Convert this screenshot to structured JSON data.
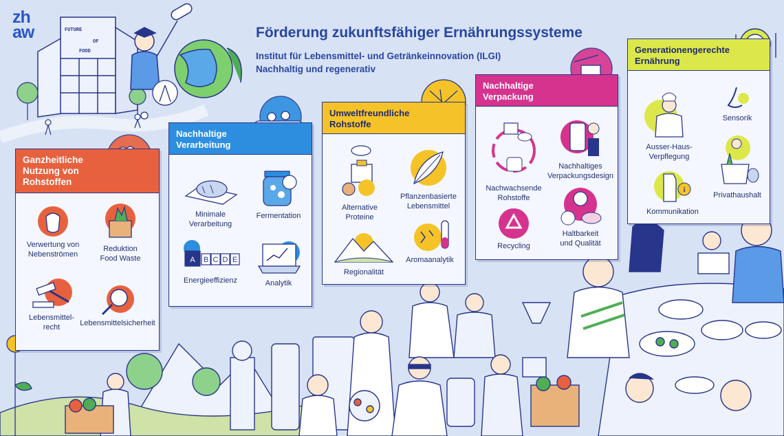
{
  "logo": "zh\naw",
  "header": {
    "title": "Förderung zukunftsfähiger Ernährungssysteme",
    "subtitle_line1": "Institut für Lebensmittel- und Getränkeinnovation (ILGI)",
    "subtitle_line2": "Nachhaltig und regenerativ"
  },
  "building_sign": {
    "line1": "FUTURE",
    "line2": "OF",
    "line3": "FOOD"
  },
  "energy_scale": [
    "A",
    "B",
    "C",
    "D",
    "E"
  ],
  "colors": {
    "orange": "#e8613f",
    "blue": "#2d8ee0",
    "yellow": "#f5c327",
    "magenta": "#d6338e",
    "lime": "#dce84a",
    "navy": "#27358a",
    "background": "#d8e2f5"
  },
  "panels": [
    {
      "id": "ganzheitlich",
      "title": "Ganzheitliche Nutzung von Rohstoffen",
      "color": "#e8613f",
      "items": [
        {
          "label": "Verwertung von\nNebenströmen",
          "icon": "apple-core-icon"
        },
        {
          "label": "Reduktion\nFood Waste",
          "icon": "compost-bin-icon"
        },
        {
          "label": "Lebensmittel-\nrecht",
          "icon": "gavel-icon"
        },
        {
          "label": "Lebensmittelsicherheit",
          "icon": "magnifier-icon"
        }
      ]
    },
    {
      "id": "verarbeitung",
      "title": "Nachhaltige Verarbeitung",
      "color": "#2d8ee0",
      "items": [
        {
          "label": "Minimale\nVerarbeitung",
          "icon": "bread-board-icon"
        },
        {
          "label": "Fermentation",
          "icon": "ferment-jar-icon"
        },
        {
          "label": "Energieeffizienz",
          "icon": "energy-label-icon"
        },
        {
          "label": "Analytik",
          "icon": "laptop-chart-icon"
        }
      ]
    },
    {
      "id": "rohstoffe",
      "title": "Umweltfreundliche Rohstoffe",
      "color": "#f5c327",
      "items": [
        {
          "label": "Alternative\nProteine",
          "icon": "protein-machine-icon"
        },
        {
          "label": "Pflanzenbasierte\nLebensmittel",
          "icon": "plant-leaf-icon"
        },
        {
          "label": "Regionalität",
          "icon": "mountains-icon"
        },
        {
          "label": "Aromaanalytik",
          "icon": "test-tube-icon"
        }
      ]
    },
    {
      "id": "verpackung",
      "title": "Nachhaltige Verpackung",
      "color": "#d6338e",
      "items": [
        {
          "label": "Nachwachsende\nRohstoffe",
          "icon": "cycle-packaging-icon"
        },
        {
          "label": "Nachhaltiges\nVerpackungsdesign",
          "icon": "phone-design-icon"
        },
        {
          "label": "Recycling",
          "icon": "recycle-icon"
        },
        {
          "label": "Haltbarkeit\nund Qualität",
          "icon": "quality-medal-icon"
        }
      ]
    },
    {
      "id": "generationen",
      "title": "Generationengerechte Ernährung",
      "color": "#dce84a",
      "items": [
        {
          "label": "Ausser-Haus-\nVerpflegung",
          "icon": "chef-icon"
        },
        {
          "label": "Sensorik",
          "icon": "nose-icon"
        },
        {
          "label": "Kommunikation",
          "icon": "info-carton-icon"
        },
        {
          "label": "Privathaushalt",
          "icon": "groceries-icon"
        }
      ]
    }
  ]
}
